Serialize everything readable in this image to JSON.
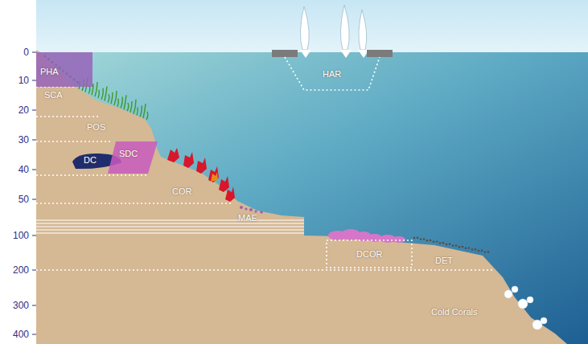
{
  "diagram": {
    "nodes": [
      {
        "text": [
          "PHA"
        ]
      },
      {
        "text": [
          "DC"
        ]
      },
      {
        "text": [
          "SDC"
        ]
      },
      {
        "text": [
          "HAR"
        ]
      },
      {
        "text": [
          "DCOR"
        ]
      }
    ],
    "labels": [
      "0",
      "10",
      "20",
      "30",
      "40",
      "50",
      "100",
      "200",
      "300",
      "400",
      "SCA",
      "POS",
      "COR",
      "MAE",
      "DET",
      "Cold Corals"
    ]
  }
}
